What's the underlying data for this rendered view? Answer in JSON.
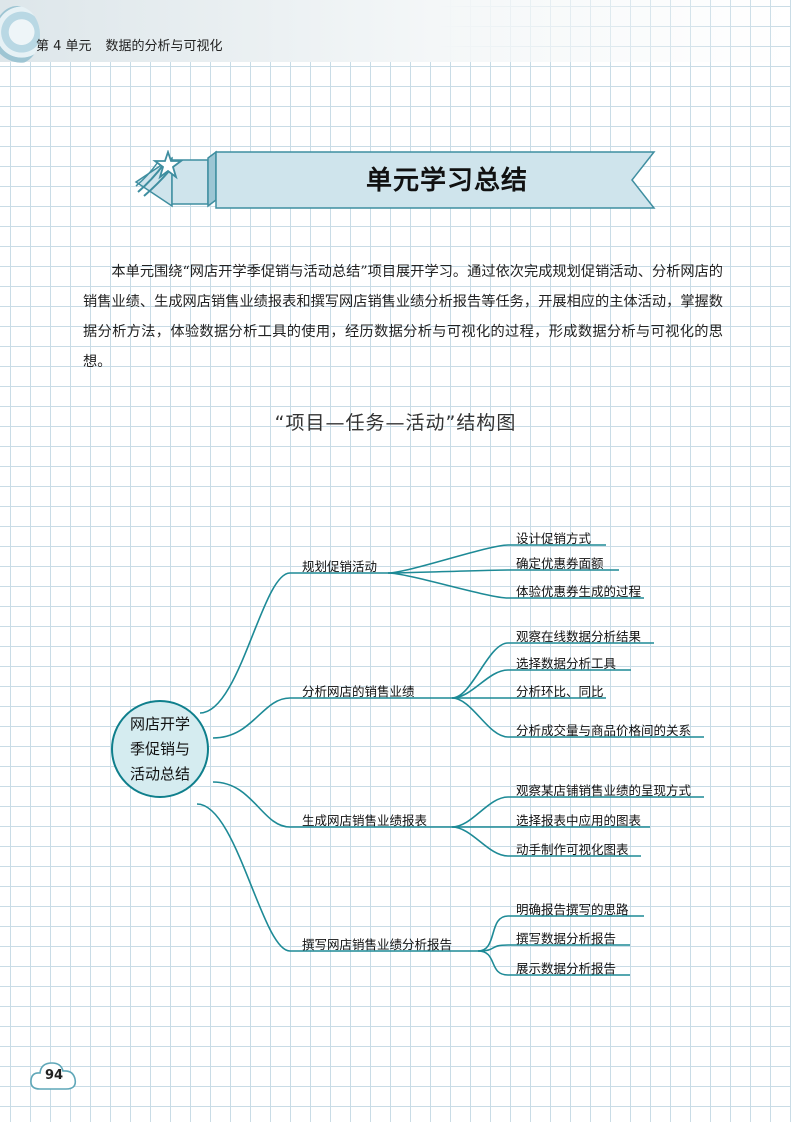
{
  "header": {
    "unit": "第 4 单元",
    "title": "数据的分析与可视化"
  },
  "banner": {
    "title": "单元学习总结",
    "icon": "star-icon",
    "color": "#cfe4ec"
  },
  "intro": "本单元围绕“网店开学季促销与活动总结”项目展开学习。通过依次完成规划促销活动、分析网店的销售业绩、生成网店销售业绩报表和撰写网店销售业绩分析报告等任务，开展相应的主体活动，掌握数据分析方法，体验数据分析工具的使用，经历数据分析与可视化的过程，形成数据分析与可视化的思想。",
  "diagram": {
    "title": "“项目—任务—活动”结构图",
    "root_lines": [
      "网店开学",
      "季促销与",
      "活动总结"
    ],
    "line_color": "#1d8a96",
    "branches": [
      {
        "label": "规划促销活动",
        "children": [
          "设计促销方式",
          "确定优惠券面额",
          "体验优惠券生成的过程"
        ]
      },
      {
        "label": "分析网店的销售业绩",
        "children": [
          "观察在线数据分析结果",
          "选择数据分析工具",
          "分析环比、同比",
          "分析成交量与商品价格间的关系"
        ]
      },
      {
        "label": "生成网店销售业绩报表",
        "children": [
          "观察某店铺销售业绩的呈现方式",
          "选择报表中应用的图表",
          "动手制作可视化图表"
        ]
      },
      {
        "label": "撰写网店销售业绩分析报告",
        "children": [
          "明确报告撰写的思路",
          "撰写数据分析报告",
          "展示数据分析报告"
        ]
      }
    ]
  },
  "page_number": "94"
}
